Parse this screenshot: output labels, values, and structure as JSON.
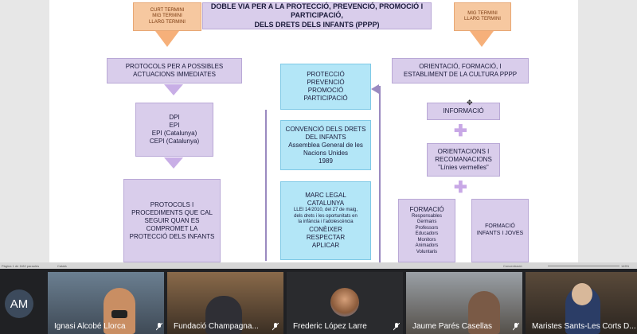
{
  "diagram": {
    "title_line1": "DOBLE VIA PER A LA PROTECCIÓ, PREVENCIÓ, PROMOCIÓ I PARTICIPACIÓ,",
    "title_line2": "DELS DRETS DELS INFANTS (PPPP)",
    "left_term": [
      "CURT TERMINI",
      "MIG TERMINI",
      "LLARG TERMINI"
    ],
    "right_term": [
      "MIG TERMINI",
      "LLARG TERMINI"
    ],
    "left_col": {
      "protocols_possibles": [
        "PROTOCOLS PER A POSSIBLES",
        "ACTUACIONS IMMEDIATES"
      ],
      "plans": [
        "DPI",
        "EPI",
        "EPI (Catalunya)",
        "CEPI (Catalunya)"
      ],
      "protocols_procediments": [
        "PROTOCOLS I",
        "PROCEDIMENTS QUE CAL",
        "SEGUIR QUAN ES",
        "COMPROMET LA",
        "PROTECCIÓ DELS INFANTS"
      ]
    },
    "center_col": {
      "pppp": [
        "PROTECCIÓ",
        "PREVENCIÓ",
        "PROMOCIÓ",
        "PARTICIPACIÓ"
      ],
      "convencio": [
        "CONVENCIÓ DELS DRETS",
        "DEL INFANTS",
        "Assemblea General de les",
        "Nacions Unides",
        "1989"
      ],
      "marc_title": [
        "MARC LEGAL",
        "CATALUNYA"
      ],
      "marc_law": [
        "LLEI 14/2010, del 27 de maig,",
        "dels drets i les oportunitats en",
        "la infància i l'adolescència"
      ],
      "marc_verbs": [
        "CONÈIXER",
        "RESPECTAR",
        "APLICAR"
      ]
    },
    "right_col": {
      "orientacio": [
        "ORIENTACIÓ, FORMACIÓ, I",
        "ESTABLIMENT DE LA CULTURA PPPP"
      ],
      "informacio": "INFORMACIÓ",
      "orientacions": [
        "ORIENTACIONS I",
        "RECOMANACIONS",
        "\"Línies vermelles\""
      ],
      "formacio_left_title": "FORMACIÓ",
      "formacio_left_items": [
        "Responsables",
        "Germans",
        "Professors",
        "Educadors",
        "Monitors",
        "Animadors",
        "Voluntaris"
      ],
      "formacio_right": [
        "FORMACIÓ",
        "INFANTS I JOVES"
      ]
    }
  },
  "statusbar": {
    "page": "Pàgina 1 de 1",
    "words": "182 paraules",
    "lang": "Català",
    "view": "Concentració",
    "zoom": "145%"
  },
  "participants": [
    {
      "initials": "AM",
      "name": ""
    },
    {
      "name": "Ignasi Alcobé Llorca"
    },
    {
      "name": "Fundació Champagna..."
    },
    {
      "name": "Frederic López Larre"
    },
    {
      "name": "Jaume Parés Casellas"
    },
    {
      "name": "Maristes Sants-Les Corts D..."
    }
  ],
  "colors": {
    "lavender": "#d9cdeb",
    "cyan": "#b3e6f7",
    "orange": "#f6c8a0",
    "strip": "#202124",
    "avatar": "#3c4a5c"
  }
}
